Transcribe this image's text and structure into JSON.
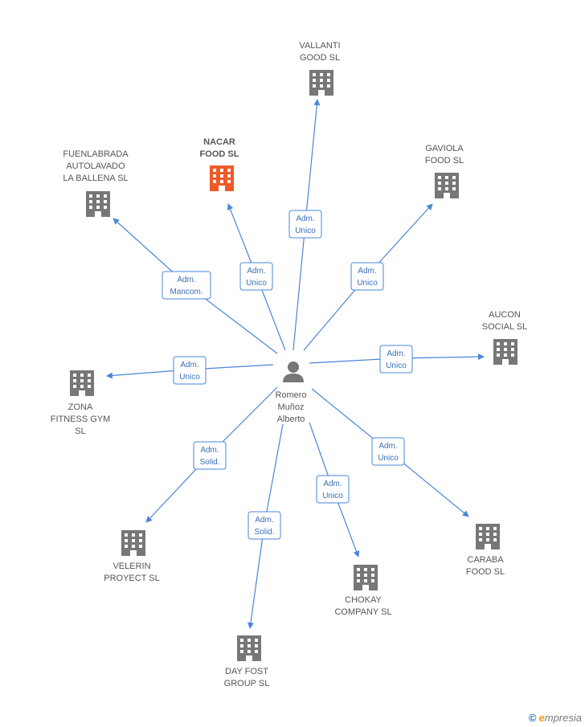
{
  "center": {
    "lines": [
      "Romero",
      "Muñoz",
      "Alberto"
    ]
  },
  "colors": {
    "edge": "#4a86d8",
    "building": "#777777",
    "focus_building": "#f05a28",
    "role_text": "#3a6fb8"
  },
  "nodes": [
    {
      "id": "vallanti",
      "lines": [
        "VALLANTI",
        "GOOD SL"
      ],
      "role": [
        "Adm.",
        "Unico"
      ],
      "focus": false
    },
    {
      "id": "nacar",
      "lines": [
        "NACAR",
        "FOOD SL"
      ],
      "role": [
        "Adm.",
        "Unico"
      ],
      "focus": true
    },
    {
      "id": "fuenlabrada",
      "lines": [
        "FUENLABRADA",
        "AUTOLAVADO",
        "LA BALLENA  SL"
      ],
      "role": [
        "Adm.",
        "Mancom."
      ],
      "focus": false
    },
    {
      "id": "gaviola",
      "lines": [
        "GAVIOLA",
        "FOOD SL"
      ],
      "role": [
        "Adm.",
        "Unico"
      ],
      "focus": false
    },
    {
      "id": "aucon",
      "lines": [
        "AUCON",
        "SOCIAL SL"
      ],
      "role": [
        "Adm.",
        "Unico"
      ],
      "focus": false
    },
    {
      "id": "zona",
      "lines": [
        "ZONA",
        "FITNESS GYM",
        "SL"
      ],
      "role": [
        "Adm.",
        "Unico"
      ],
      "focus": false
    },
    {
      "id": "velerin",
      "lines": [
        "VELERIN",
        "PROYECT SL"
      ],
      "role": [
        "Adm.",
        "Solid."
      ],
      "focus": false
    },
    {
      "id": "dayfost",
      "lines": [
        "DAY FOST",
        "GROUP SL"
      ],
      "role": [
        "Adm.",
        "Solid."
      ],
      "focus": false
    },
    {
      "id": "chokay",
      "lines": [
        "CHOKAY",
        "COMPANY SL"
      ],
      "role": [
        "Adm.",
        "Unico"
      ],
      "focus": false
    },
    {
      "id": "caraba",
      "lines": [
        "CARABA",
        "FOOD SL"
      ],
      "role": [
        "Adm.",
        "Unico"
      ],
      "focus": false
    }
  ],
  "brand": {
    "copyright": "©",
    "e": "e",
    "rest": "mpresia"
  }
}
